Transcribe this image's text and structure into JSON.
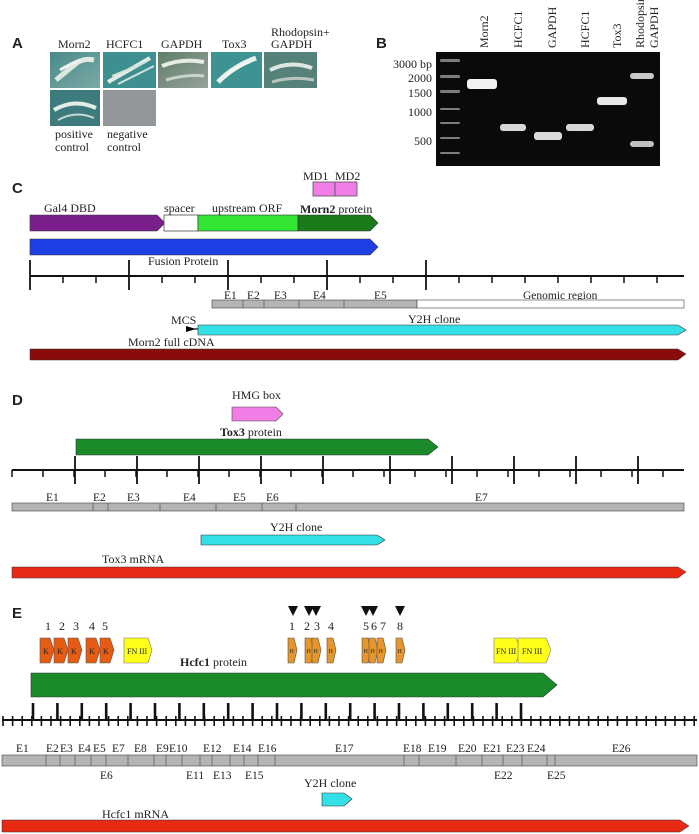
{
  "panel_a": {
    "letter": "A",
    "row1_labels": [
      "Morn2",
      "HCFC1",
      "GAPDH",
      "Tox3"
    ],
    "rhodopsin_label": [
      "Rhodopsin+",
      "GAPDH"
    ],
    "positive_label": [
      "positive",
      "control"
    ],
    "negative_label": [
      "negative",
      "control"
    ]
  },
  "panel_b": {
    "letter": "B",
    "lane_labels": [
      "Morn2",
      "HCFC1",
      "GAPDH",
      "HCFC1",
      "Tox3"
    ],
    "rhodopsin_label": [
      "Rhodopsin +",
      "GAPDH"
    ],
    "ladder": [
      "3000 bp",
      "2000",
      "1500",
      "1000",
      "500"
    ]
  },
  "panel_c": {
    "letter": "C",
    "md1": "MD1",
    "md2": "MD2",
    "morn2_bold": "Morn2",
    "protein_word": "protein",
    "gal4": "Gal4 DBD",
    "spacer": "spacer",
    "upstream": "upstream ORF",
    "fusion": "Fusion Protein",
    "exons": [
      "E1",
      "E2",
      "E3",
      "E4",
      "E5"
    ],
    "genomic": "Genomic region",
    "mcs": "MCS",
    "y2h": "Y2H clone",
    "cdna": "Morn2 full cDNA"
  },
  "panel_d": {
    "letter": "D",
    "hmg": "HMG box",
    "tox3_bold": "Tox3",
    "protein_word": "protein",
    "exons": [
      "E1",
      "E2",
      "E3",
      "E4",
      "E5",
      "E6",
      "E7"
    ],
    "y2h": "Y2H clone",
    "mrna": "Tox3 mRNA"
  },
  "panel_e": {
    "letter": "E",
    "k_numbers": [
      "1",
      "2",
      "3",
      "4",
      "5"
    ],
    "k_label": "K",
    "fn_label": "FN III",
    "h_numbers": [
      "1",
      "2",
      "3",
      "4",
      "5",
      "6",
      "7",
      "8"
    ],
    "h_label": "H",
    "hcfc1_bold": "Hcfc1",
    "protein_word": "protein",
    "exons_top": [
      "E1",
      "E2",
      "E3",
      "E4",
      "E5",
      "E7",
      "E8",
      "E9",
      "E10",
      "E12",
      "E14",
      "E16",
      "E17",
      "E18",
      "E19",
      "E20",
      "E21",
      "E23",
      "E24",
      "E26"
    ],
    "exons_bottom": [
      "E6",
      "E11",
      "E13",
      "E15",
      "E22",
      "E25"
    ],
    "y2h": "Y2H clone",
    "mrna": "Hcfc1 mRNA"
  },
  "colors": {
    "gal4": "#7b1f8c",
    "fusion": "#1f3fe6",
    "upstream": "#33e633",
    "morn2": "#1a7a1a",
    "md": "#f07ee6",
    "cyan": "#33e0e6",
    "cdna": "#8b0a0a",
    "mrna": "#e62a14",
    "tox3": "#1a8a2a",
    "exon_gray": "#b4b4b4",
    "k_domain": "#e65c14",
    "h_domain": "#e6962a",
    "fn_domain": "#ffff1a"
  }
}
